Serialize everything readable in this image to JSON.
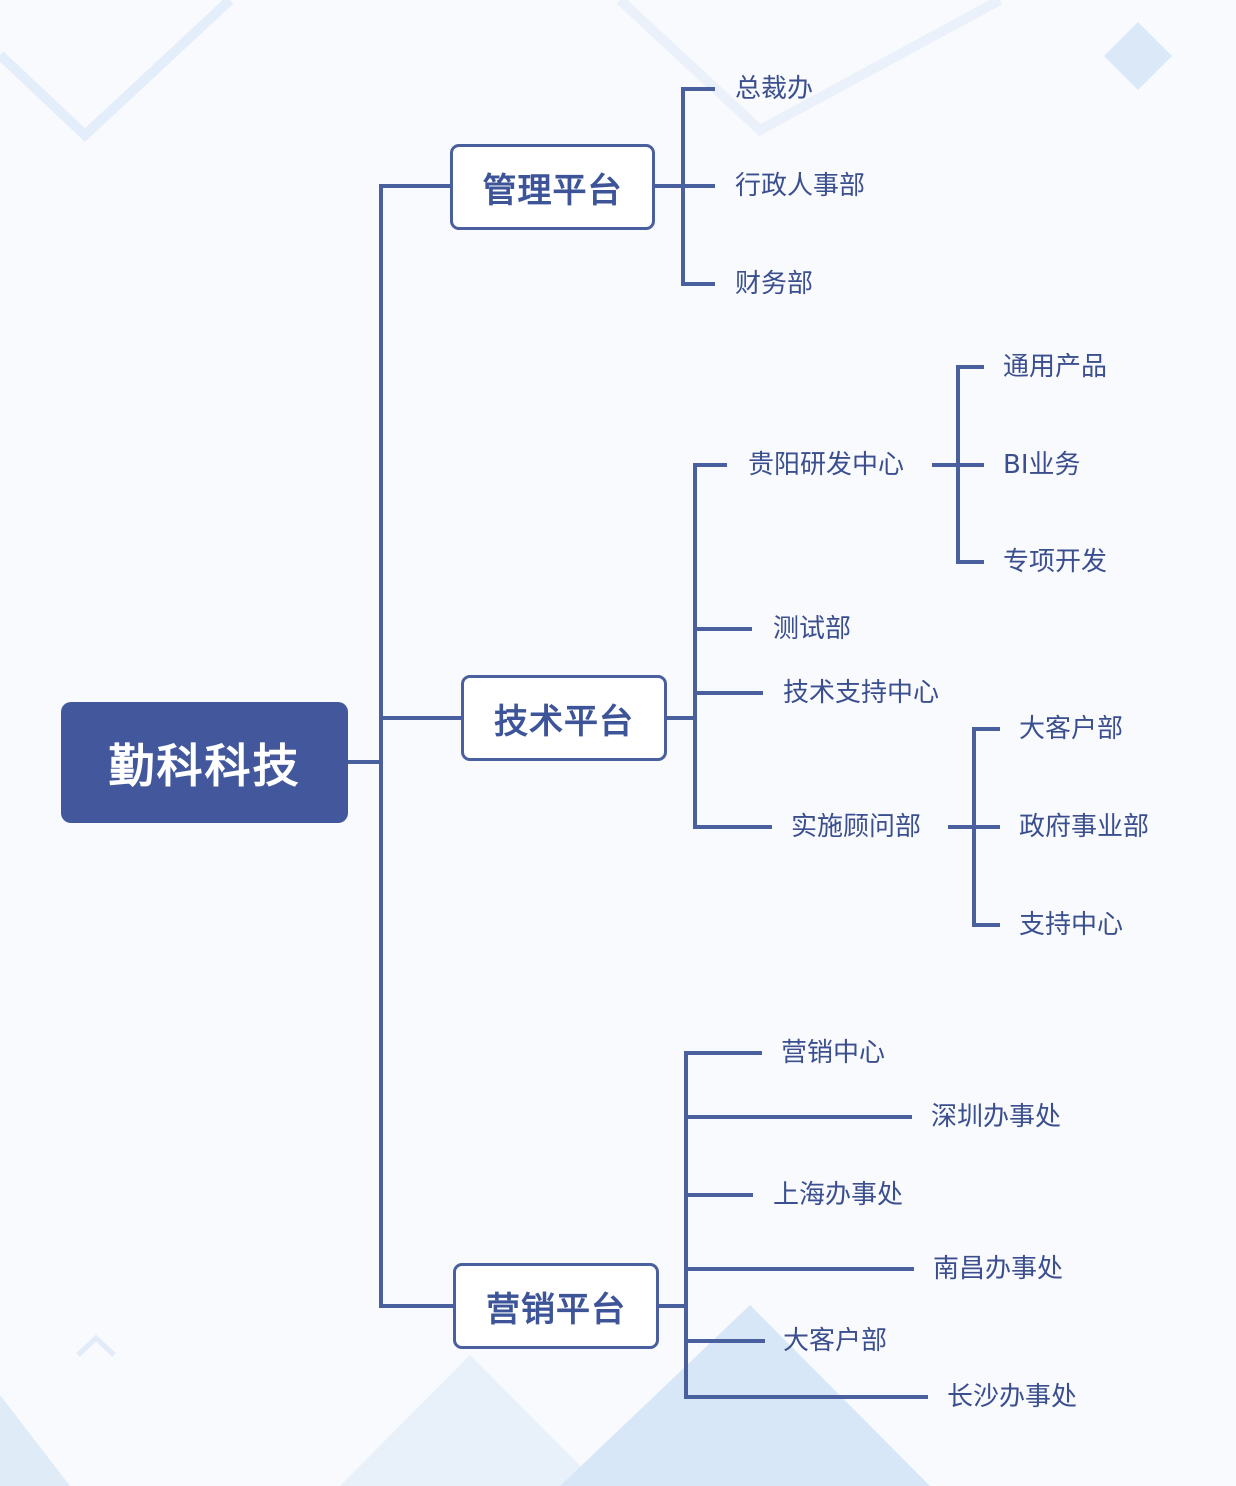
{
  "root": "勤科科技",
  "platforms": {
    "management": {
      "label": "管理平台",
      "items": [
        "总裁办",
        "行政人事部",
        "财务部"
      ]
    },
    "technology": {
      "label": "技术平台",
      "guiyang": {
        "label": "贵阳研发中心",
        "items": [
          "通用产品",
          "BI业务",
          "专项开发"
        ]
      },
      "testing": "测试部",
      "support_center": "技术支持中心",
      "consulting": {
        "label": "实施顾问部",
        "items": [
          "大客户部",
          "政府事业部",
          "支持中心"
        ]
      }
    },
    "marketing": {
      "label": "营销平台",
      "items": [
        "营销中心",
        "深圳办事处",
        "上海办事处",
        "南昌办事处",
        "大客户部",
        "长沙办事处"
      ]
    }
  },
  "colors": {
    "line": "#4a5f9e",
    "root_fill": "#43589c",
    "text": "#3b4f8f",
    "background": "#f9fafd"
  }
}
